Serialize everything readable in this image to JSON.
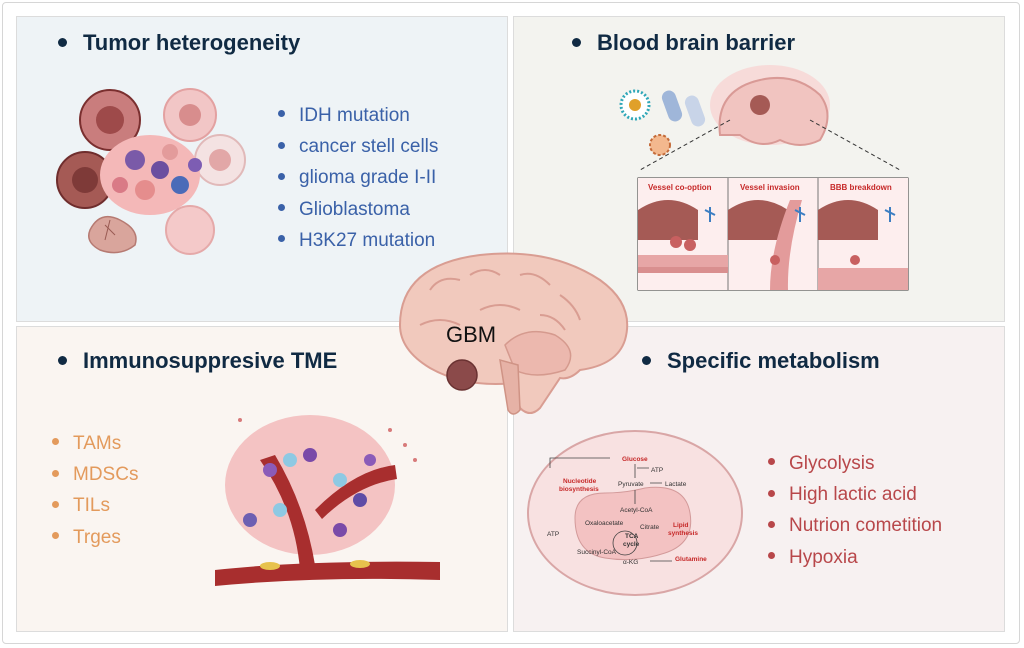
{
  "center": {
    "label": "GBM"
  },
  "quadrants": {
    "tumor": {
      "title": "Tumor heterogeneity",
      "items": [
        "IDH mutation",
        "cancer stell cells",
        "glioma grade I-II",
        "Glioblastoma",
        "H3K27 mutation"
      ]
    },
    "bbb": {
      "title": "Blood brain barrier",
      "panels": [
        "Vessel co-option",
        "Vessel invasion",
        "BBB breakdown"
      ]
    },
    "tme": {
      "title": "Immunosuppresive TME",
      "items": [
        "TAMs",
        "MDSCs",
        "TILs",
        "Trges"
      ]
    },
    "metabolism": {
      "title": "Specific metabolism",
      "items": [
        "Glycolysis",
        "High lactic acid",
        "Nutrion cometition",
        "Hypoxia"
      ],
      "diagram": {
        "glucose": "Glucose",
        "atp_top": "ATP",
        "pyruvate": "Pyruvate",
        "lactate": "Lactate",
        "nucleotide": "Nucleotide",
        "biosynthesis": "biosynthesis",
        "acetyl_coa": "Acetyl-CoA",
        "oxaloacetate": "Oxaloacetate",
        "citrate": "Citrate",
        "lipid": "Lipid",
        "synthesis": "synthesis",
        "atp_left": "ATP",
        "tca": "TCA",
        "cycle": "cycle",
        "succinyl": "Succinyl-CoA",
        "akg": "α-KG",
        "glutamine": "Glutamine"
      }
    }
  }
}
